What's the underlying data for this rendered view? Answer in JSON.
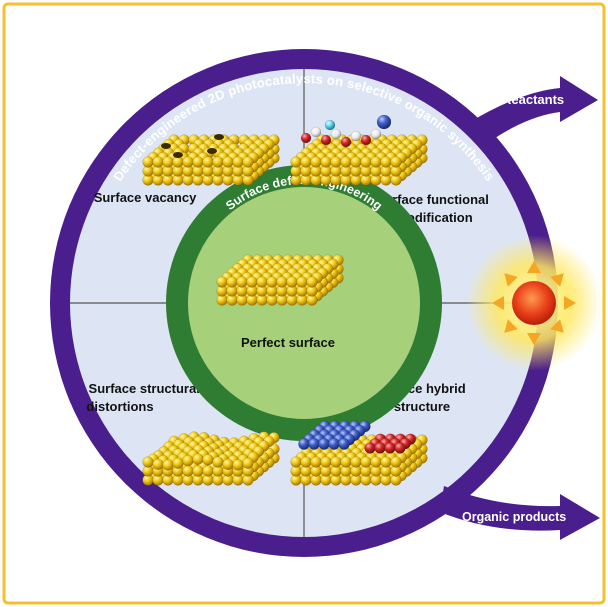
{
  "outer_ring_title": "Defect-engineered 2D photocatalysts on selective organic synthesis",
  "inner_ring_title": "Surface defect engineering",
  "center_label": "Perfect surface",
  "quadrants": {
    "top_left": {
      "lines": [
        "Surface vacancy"
      ]
    },
    "top_right": {
      "lines": [
        "Surface functional",
        "modification"
      ]
    },
    "bottom_left": {
      "lines": [
        "Surface structural",
        "distortions"
      ]
    },
    "bottom_right": {
      "lines": [
        "Surface hybrid",
        "structure"
      ]
    }
  },
  "arrows": {
    "reactants": "Reactants",
    "organic_products": "Organic products"
  },
  "colors": {
    "frame": "#f5c030",
    "outer_ring": "#4a1e8c",
    "quadrant_fill": "#dde5f5",
    "inner_ring": "#2e7d32",
    "inner_fill": "#a6d17a",
    "atom_gold": "#f2cb18",
    "atom_blue": "#3f5fc8",
    "atom_red": "#d42a2a",
    "sun": "#e8401a"
  },
  "icons": [
    "sun-icon"
  ]
}
